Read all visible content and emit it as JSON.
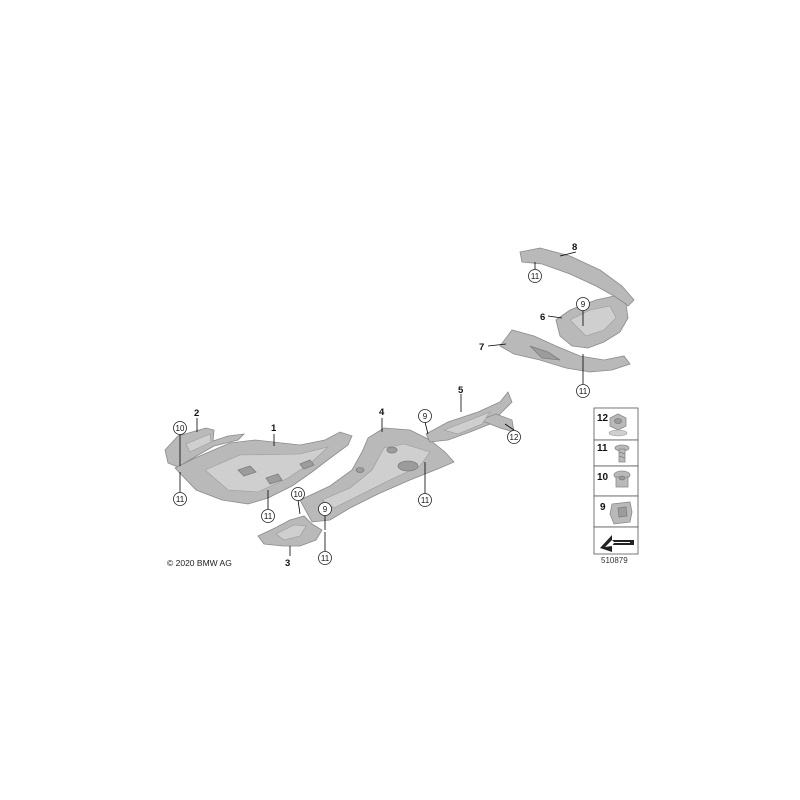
{
  "copyright": "© 2020 BMW AG",
  "diagram_id": "510879",
  "part_labels": {
    "p1": "1",
    "p2": "2",
    "p3": "3",
    "p4": "4",
    "p5": "5",
    "p6": "6",
    "p7": "7",
    "p8": "8"
  },
  "callouts": {
    "c_a": "10",
    "c_b": "11",
    "c_c": "11",
    "c_d": "10",
    "c_e": "9",
    "c_f": "11",
    "c_g": "9",
    "c_h": "11",
    "c_i": "12",
    "c_j": "11",
    "c_k": "9",
    "c_l": "11"
  },
  "legend": [
    "12",
    "11",
    "10",
    "9"
  ],
  "colors": {
    "part_fill": "#b9b9b9",
    "part_stroke": "#8a8a8a",
    "background": "#ffffff"
  }
}
